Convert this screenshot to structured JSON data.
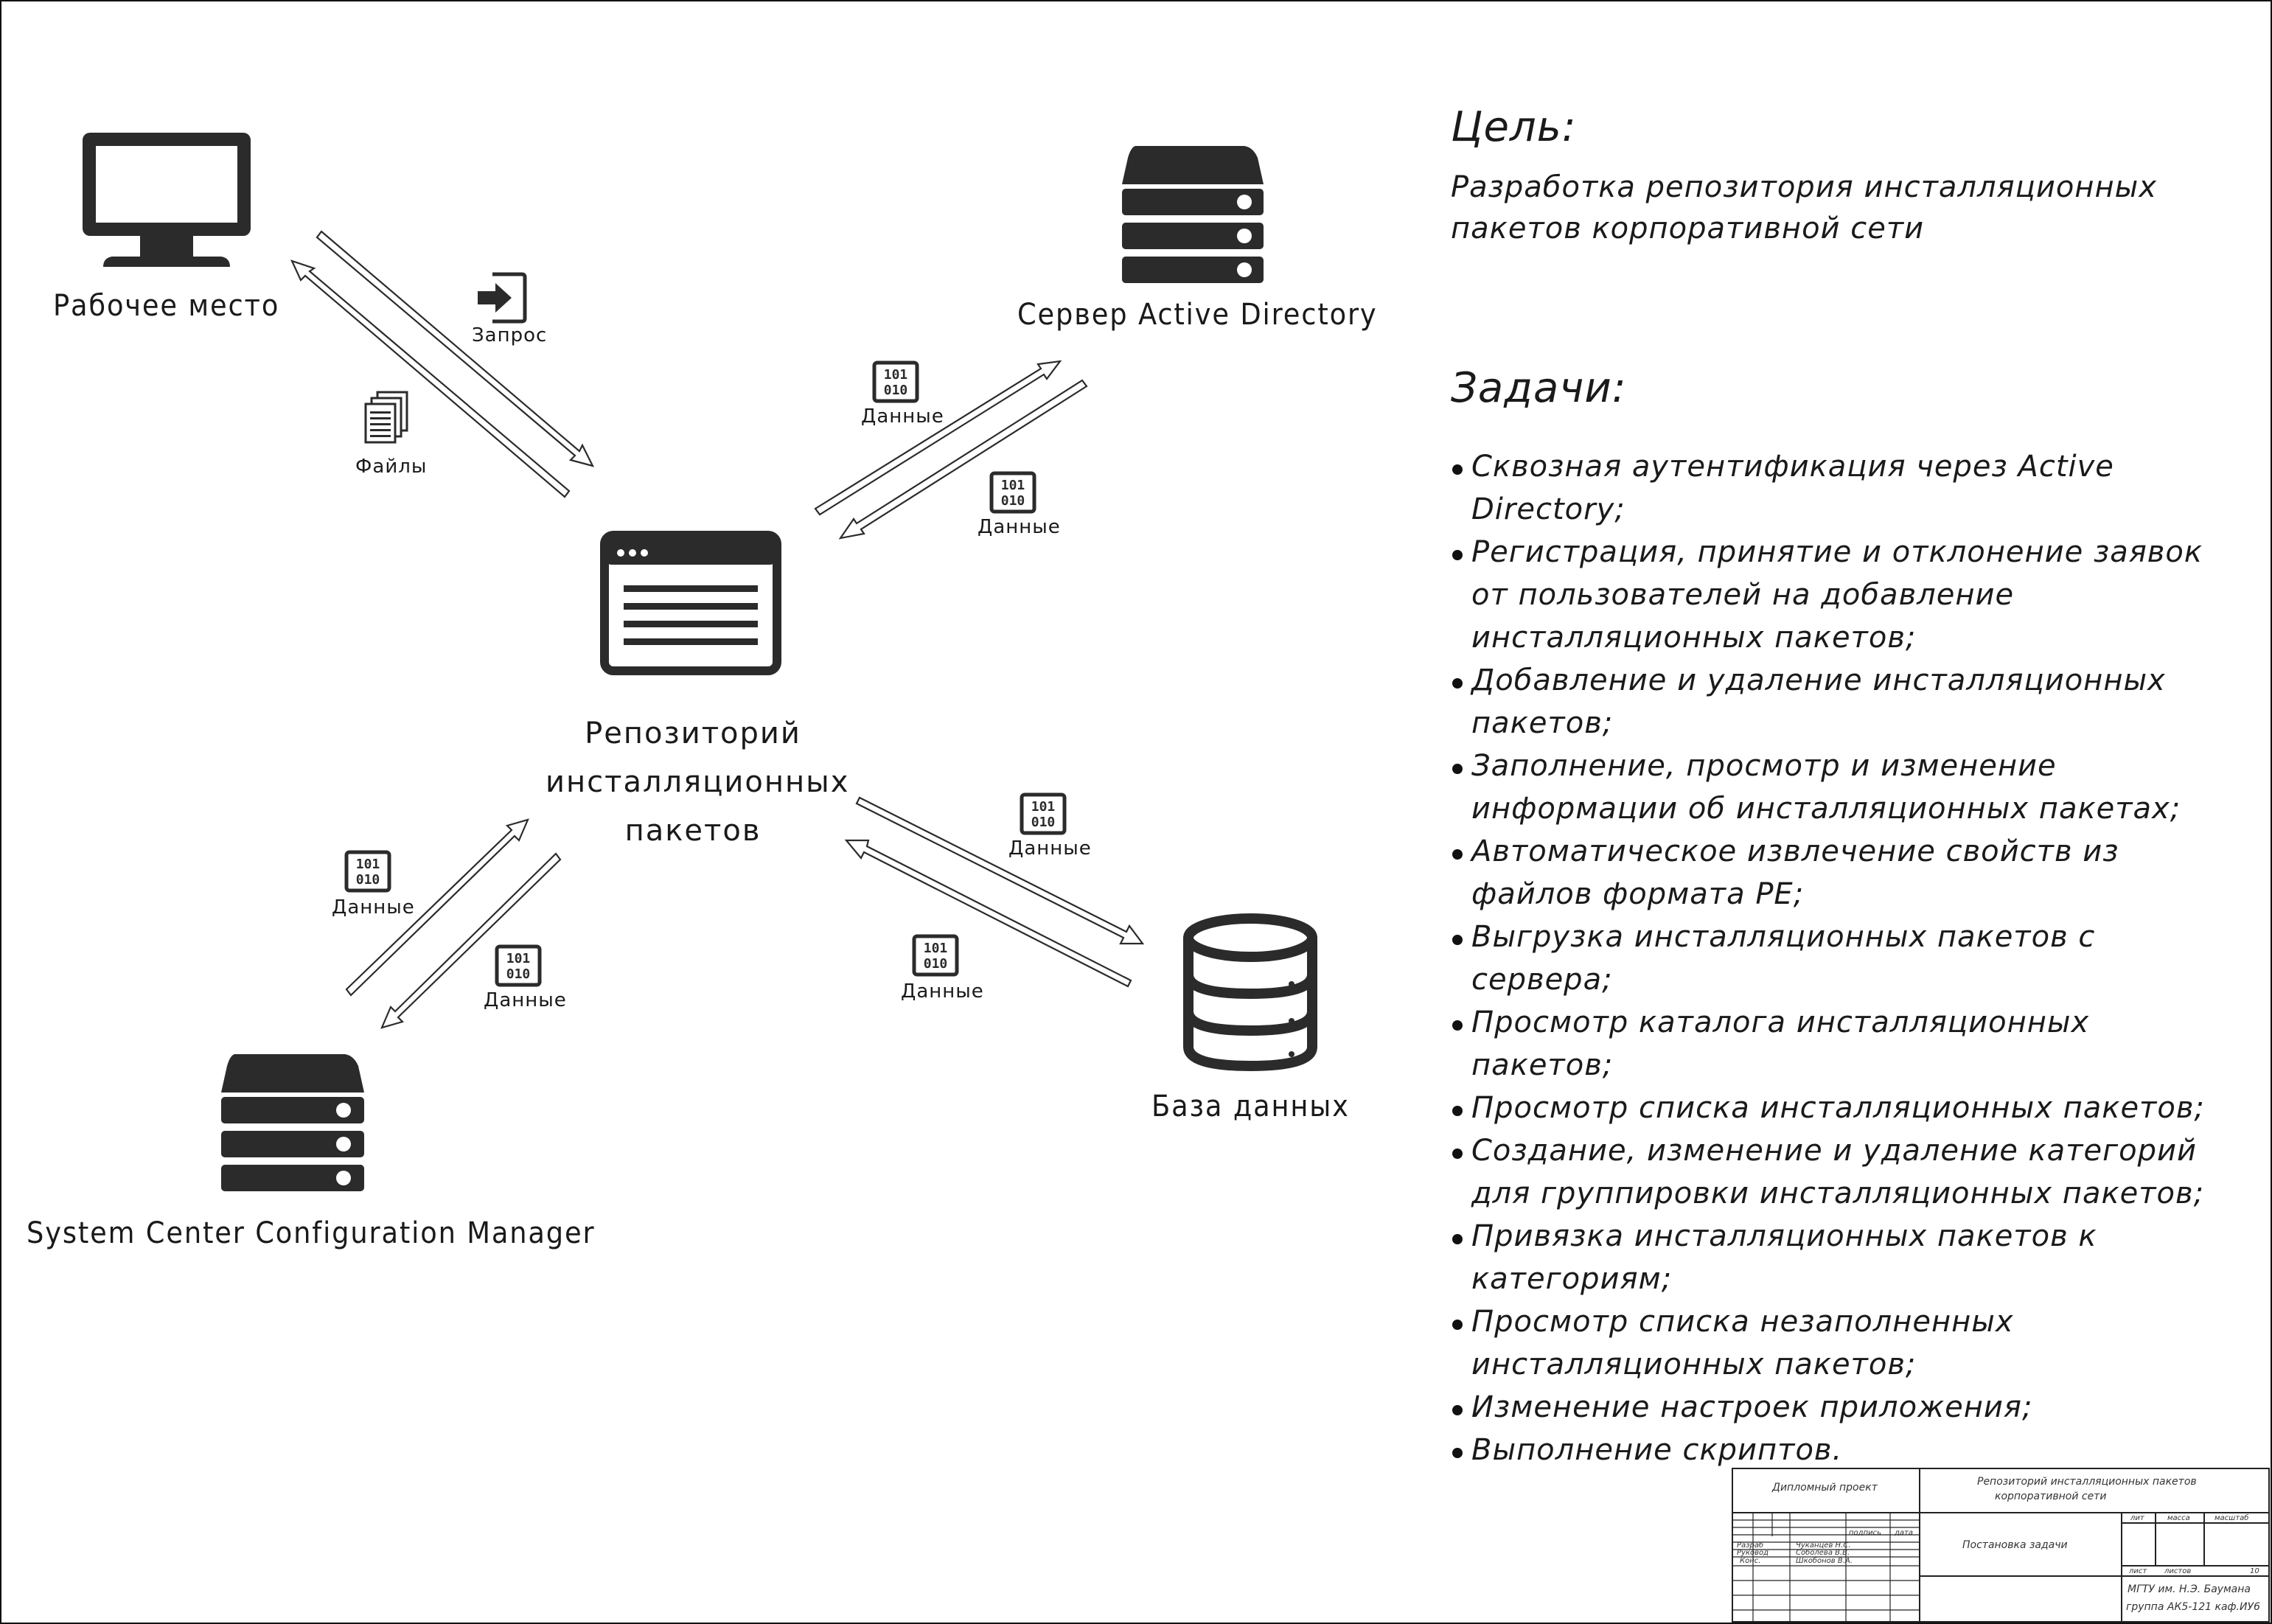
{
  "nodes": {
    "workstation": "Рабочее место",
    "ad_server": "Сервер Active Directory",
    "repository": [
      "Репозиторий",
      "инсталляционных",
      "пакетов"
    ],
    "sccm": "System Center Configuration Manager",
    "database": "База данных"
  },
  "edge_labels": {
    "request": "Запрос",
    "files": "Файлы",
    "data": "Данные"
  },
  "goal": {
    "heading": "Цель:",
    "lines": [
      "Разработка репозитория инсталляционных",
      "пакетов корпоративной сети"
    ]
  },
  "tasks": {
    "heading": "Задачи:",
    "items": [
      "Сквозная аутентификация через Active Directory;",
      "Регистрация, принятие и отклонение заявок от пользователей на добавление инсталляционных пакетов;",
      "Добавление и удаление инсталляционных пакетов;",
      "Заполнение, просмотр и изменение информации об инсталляционных пакетах;",
      "Автоматическое извлечение свойств из файлов формата PE;",
      "Выгрузка инсталляционных пакетов с сервера;",
      "Просмотр каталога инсталляционных пакетов;",
      "Просмотр списка инсталляционных пакетов;",
      "Создание, изменение и удаление категорий для группировки инсталляционных пакетов;",
      "Привязка инсталляционных пакетов к категориям;",
      "Просмотр списка незаполненных инсталляционных пакетов;",
      "Изменение настроек приложения;",
      "Выполнение скриптов."
    ]
  },
  "title_block": {
    "doc_type": "Дипломный проект",
    "title": [
      "Репозиторий инсталляционных пакетов",
      "корпоративной сети"
    ],
    "sheet_name": "Постановка задачи",
    "col_lit": "лит",
    "col_mass": "масса",
    "col_scale": "масштаб",
    "col_sign": "подпись",
    "col_date": "дата",
    "roles": [
      "Разраб",
      "Руковод",
      "Конс."
    ],
    "names": [
      "Чуканцев Н.С.",
      "Соболева В.В.",
      "Шкобонов В.А."
    ],
    "sheet": "лист",
    "sheets": "листов",
    "sheets_count": "10",
    "org": [
      "МГТУ им. Н.Э. Баумана",
      "группа АК5-121 каф.ИУ6"
    ]
  }
}
